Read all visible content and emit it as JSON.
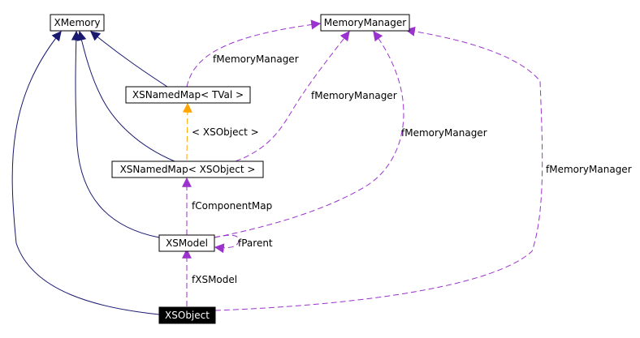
{
  "nodes": {
    "xmemory": {
      "label": "XMemory"
    },
    "memory_manager": {
      "label": "MemoryManager"
    },
    "xsnamedmap_tval": {
      "label": "XSNamedMap< TVal >"
    },
    "xsnamedmap_xsobject": {
      "label": "XSNamedMap< XSObject >"
    },
    "xsmodel": {
      "label": "XSModel"
    },
    "xsobject": {
      "label": "XSObject"
    }
  },
  "edge_labels": {
    "fmm_from_tval": "fMemoryManager",
    "fmm_from_xsobject_map": "fMemoryManager",
    "fmm_from_xsmodel": "fMemoryManager",
    "fmm_from_xsobject": "fMemoryManager",
    "template_arg": "< XSObject >",
    "component_map": "fComponentMap",
    "parent": "fParent",
    "xsmodel_ref": "fXSModel"
  },
  "colors": {
    "inheritance": "#191970",
    "usage": "#9a32cd",
    "template": "#ffa500",
    "focus_node": "#000000"
  }
}
